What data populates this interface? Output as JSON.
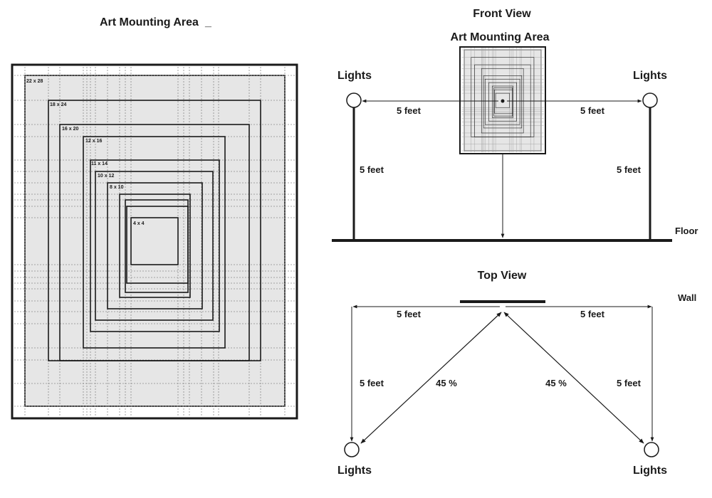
{
  "left_panel": {
    "title": "Art Mounting Area",
    "title_mark": "_",
    "frame_sizes": [
      "22 x 28",
      "18 x 24",
      "16 x 20",
      "12 x 16",
      "11 x 14",
      "10 x 12",
      "8 x 10",
      "4 x 4"
    ]
  },
  "front_view": {
    "title": "Front View",
    "area_label": "Art Mounting Area",
    "lights_left": "Lights",
    "lights_right": "Lights",
    "dist_left": "5 feet",
    "dist_right": "5 feet",
    "height_left": "5 feet",
    "height_right": "5 feet",
    "floor_label": "Floor"
  },
  "top_view": {
    "title": "Top View",
    "wall_label": "Wall",
    "dist_left": "5 feet",
    "dist_right": "5 feet",
    "depth_left": "5 feet",
    "depth_right": "5 feet",
    "angle_left": "45 %",
    "angle_right": "45 %",
    "lights_left": "Lights",
    "lights_right": "Lights"
  },
  "colors": {
    "ink": "#1a1a1a",
    "panel_fill": "#e6e6e6",
    "guide": "#8a8a8a"
  }
}
